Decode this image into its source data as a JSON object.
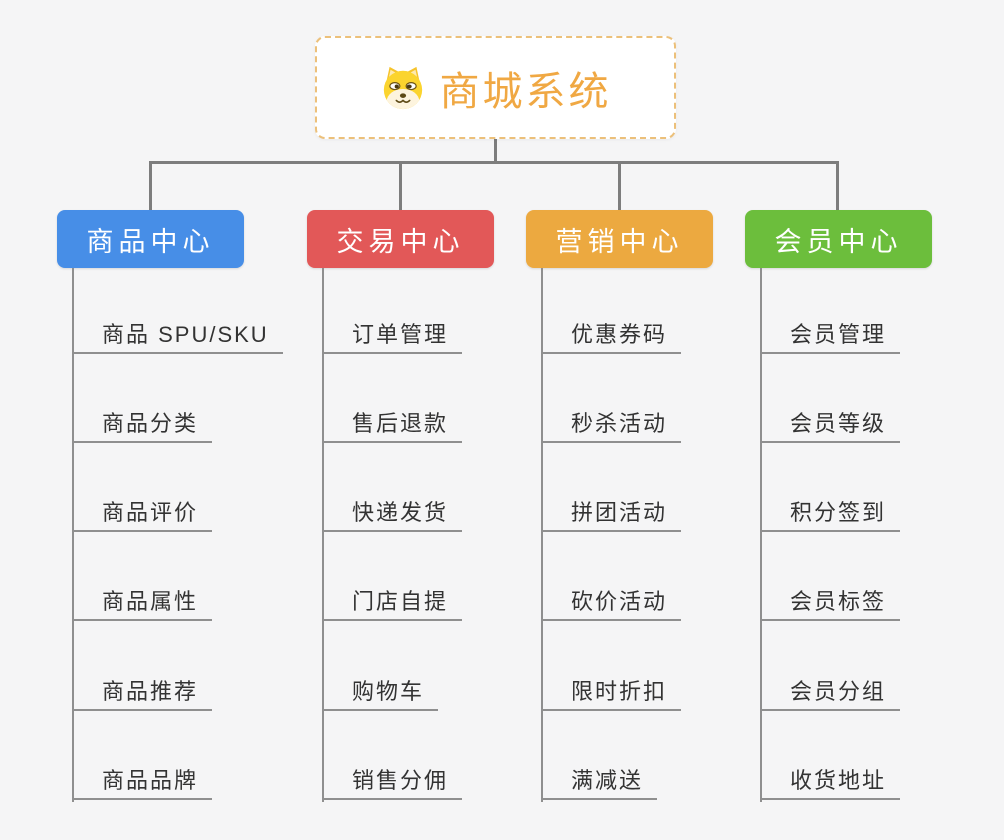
{
  "root": {
    "title": "商城系统",
    "icon": "dog-face-icon",
    "text_color": "#f0a843",
    "border_color": "#ecc07a"
  },
  "connector_colors": {
    "primary": "#7d7d7d",
    "secondary": "#8f8f8f"
  },
  "branches": [
    {
      "label": "商品中心",
      "color": "#478ee7",
      "items": [
        "商品 SPU/SKU",
        "商品分类",
        "商品评价",
        "商品属性",
        "商品推荐",
        "商品品牌"
      ]
    },
    {
      "label": "交易中心",
      "color": "#e25858",
      "items": [
        "订单管理",
        "售后退款",
        "快递发货",
        "门店自提",
        "购物车",
        "销售分佣"
      ]
    },
    {
      "label": "营销中心",
      "color": "#eca940",
      "items": [
        "优惠券码",
        "秒杀活动",
        "拼团活动",
        "砍价活动",
        "限时折扣",
        "满减送"
      ]
    },
    {
      "label": "会员中心",
      "color": "#6cbe3c",
      "items": [
        "会员管理",
        "会员等级",
        "积分签到",
        "会员标签",
        "会员分组",
        "收货地址"
      ]
    }
  ]
}
